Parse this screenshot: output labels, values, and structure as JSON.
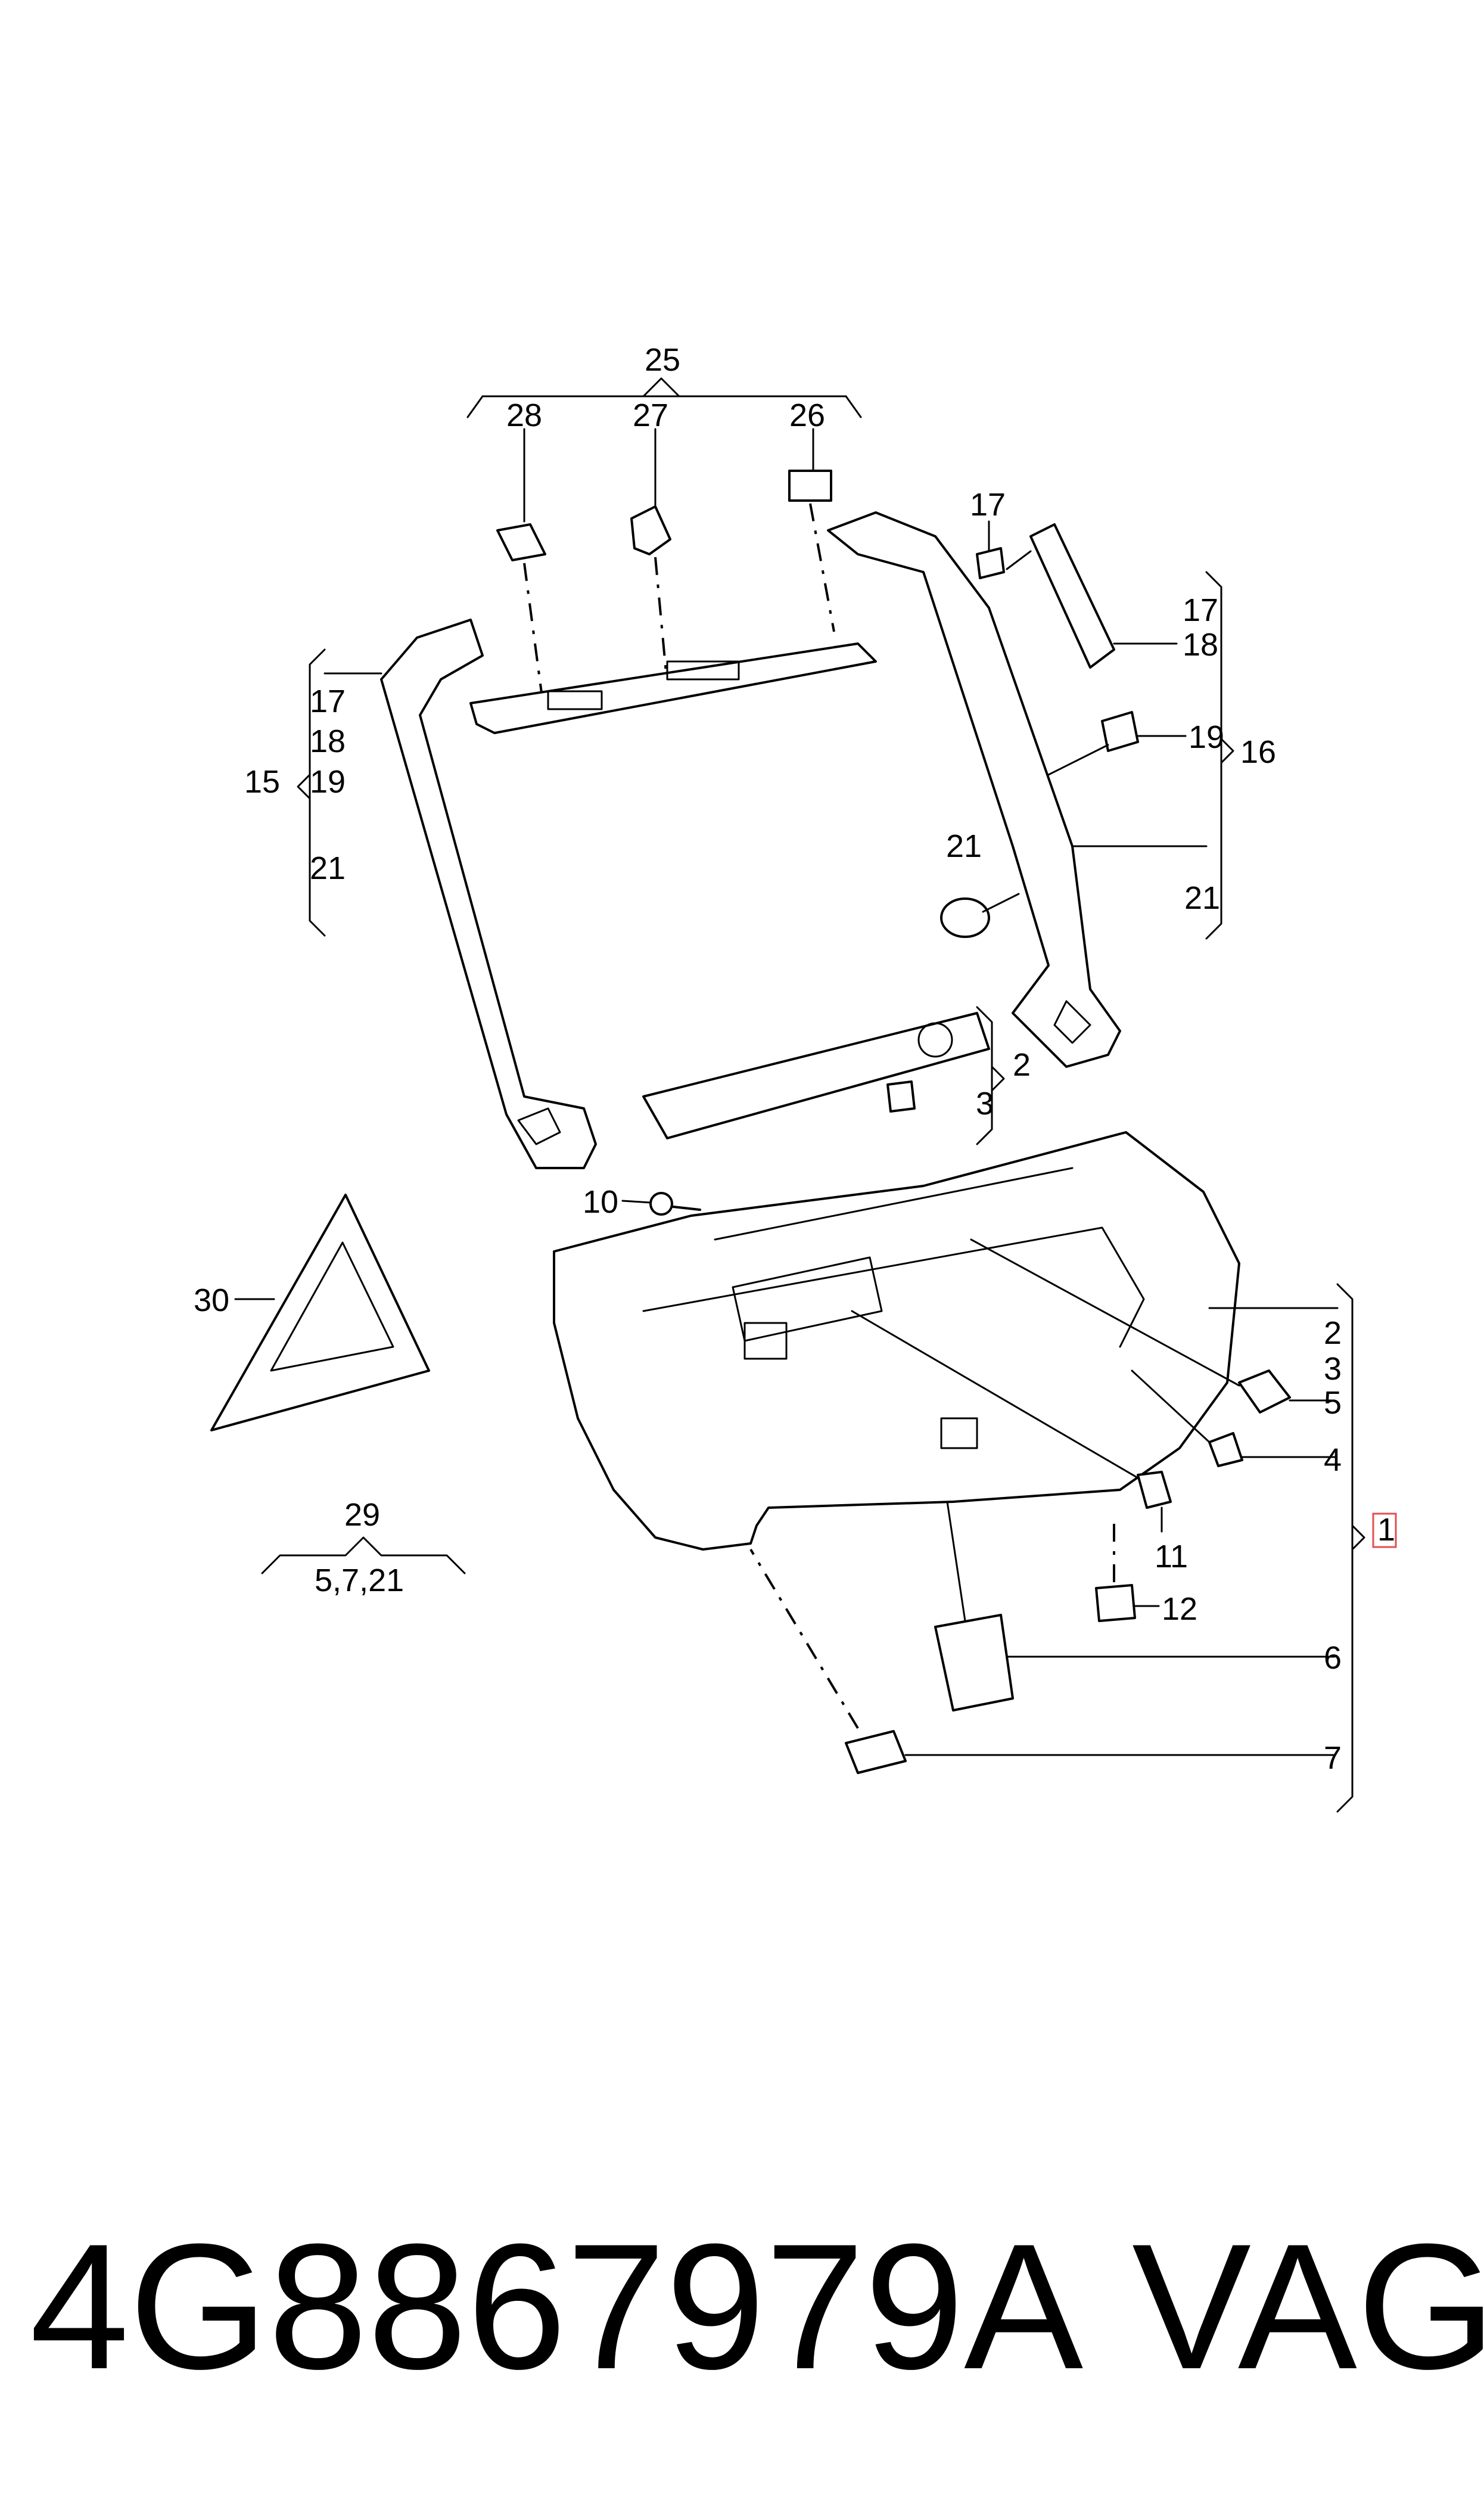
{
  "labels": {
    "l25": "25",
    "l28": "28",
    "l27": "27",
    "l26": "26",
    "l17a": "17",
    "l17b": "17",
    "l18a": "18",
    "l18b": "18",
    "l19a": "19",
    "l19b": "19",
    "l15": "15",
    "l16": "16",
    "l21a": "21",
    "l21b": "21",
    "l21c": "21",
    "l2a": "2",
    "l2b": "2",
    "l3a": "3",
    "l3b": "3",
    "l10": "10",
    "l30": "30",
    "l5": "5",
    "l4": "4",
    "l11": "11",
    "l12": "12",
    "l1": "1",
    "l6": "6",
    "l7": "7",
    "l29": "29",
    "l29sub": "5,7,21"
  },
  "footer": {
    "part_number": "4G8867979A",
    "brand": "VAG"
  },
  "colors": {
    "line": "#000000",
    "highlight_box": "#e05050",
    "background": "#ffffff"
  }
}
